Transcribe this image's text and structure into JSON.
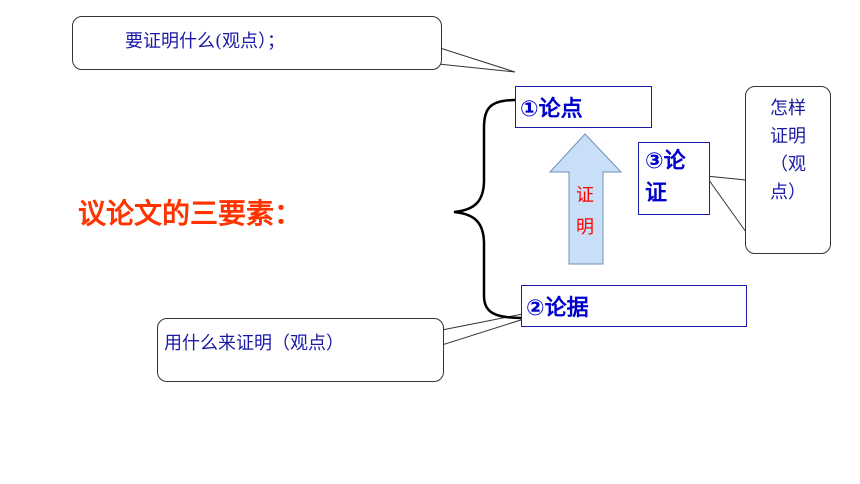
{
  "callouts": {
    "top": "要证明什么(观点）；",
    "right_lines": [
      "怎样",
      "证明",
      "（观",
      "点）"
    ],
    "bottom": "用什么来证明（观点）"
  },
  "heading": "议论文的三要素：",
  "boxes": {
    "thesis": "①论点",
    "evidence": "②论据",
    "argument_lines": [
      "③论",
      "证"
    ]
  },
  "arrow_label_lines": [
    "证",
    "明"
  ],
  "colors": {
    "heading": "#ff3300",
    "box_text": "#0000cc",
    "arrow_fill": "#c9dff7",
    "arrow_label": "#ff0000"
  }
}
